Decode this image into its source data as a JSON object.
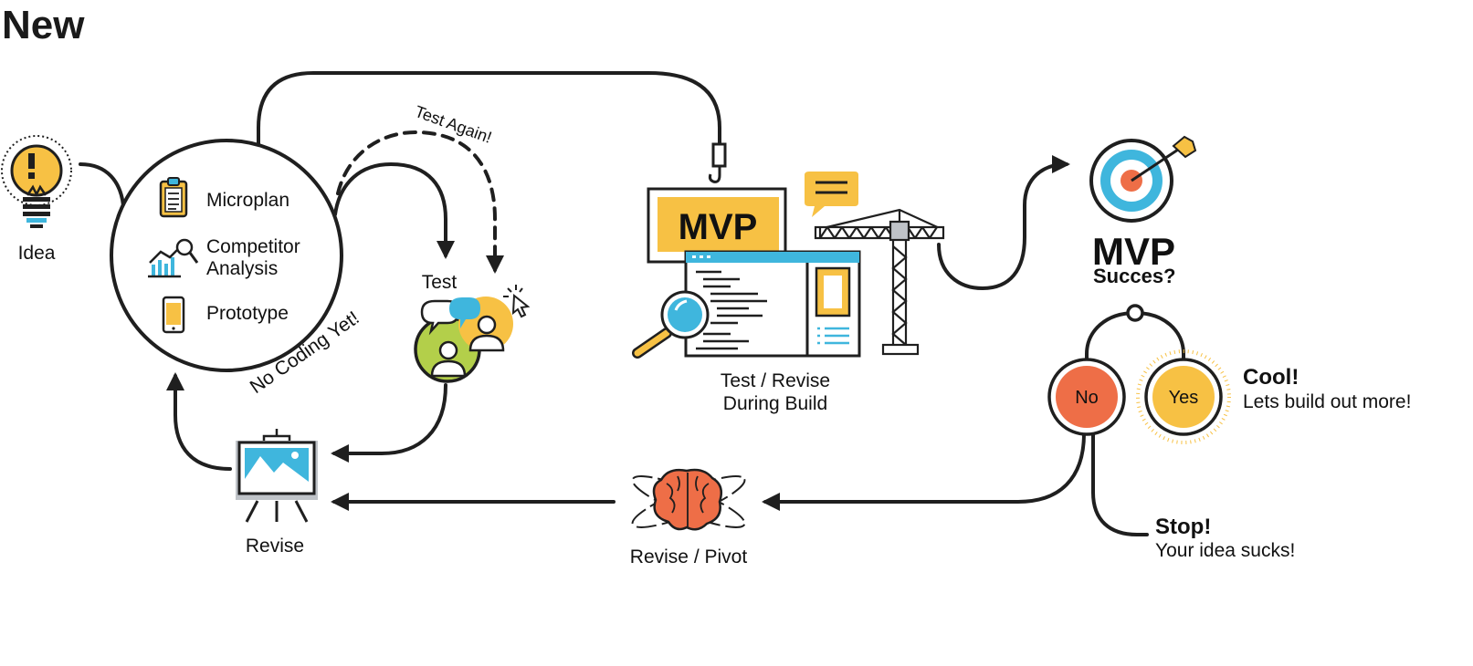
{
  "title": "New",
  "labels": {
    "idea": "Idea",
    "microplan": "Microplan",
    "competitor_1": "Competitor",
    "competitor_2": "Analysis",
    "prototype": "Prototype",
    "test": "Test",
    "test_again": "Test Again!",
    "no_coding": "No Coding Yet!",
    "revise": "Revise",
    "mvp": "MVP",
    "test_revise_1": "Test / Revise",
    "test_revise_2": "During Build",
    "mvp_success_1": "MVP",
    "mvp_success_2": "Succes?",
    "no": "No",
    "yes": "Yes",
    "cool": "Cool!",
    "cool_sub": "Lets build out more!",
    "stop": "Stop!",
    "stop_sub": "Your idea sucks!",
    "pivot": "Revise / Pivot"
  },
  "colors": {
    "accent_yellow": "#f7c144",
    "accent_orange": "#ee6e47",
    "accent_blue": "#3fb6dd",
    "accent_green": "#b3cf4a",
    "stroke": "#1f1f1f"
  },
  "icons": [
    "lightbulb-icon",
    "clipboard-icon",
    "chart-magnifier-icon",
    "phone-icon",
    "users-chat-icon",
    "cursor-icon",
    "easel-icon",
    "hook-icon",
    "magnifier-icon",
    "speech-bubble-icon",
    "crane-icon",
    "target-icon",
    "brain-icon"
  ]
}
